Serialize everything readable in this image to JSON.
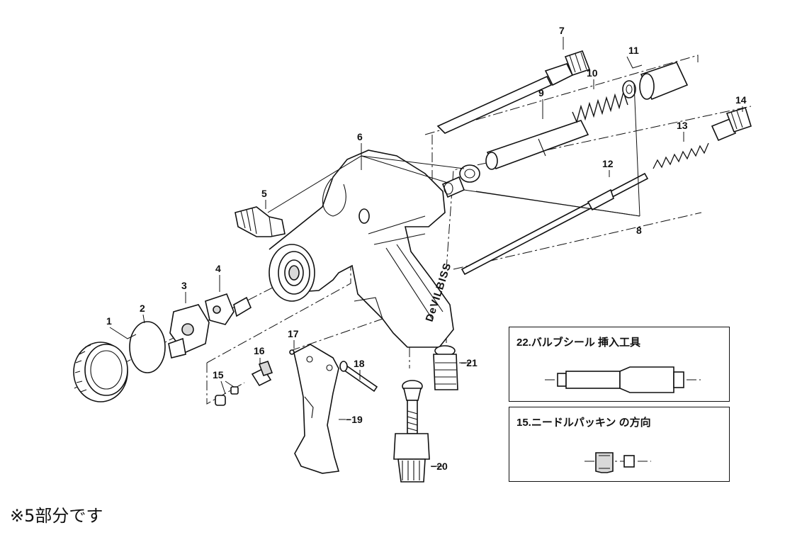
{
  "part_labels": [
    "1",
    "2",
    "3",
    "4",
    "5",
    "6",
    "7",
    "8",
    "9",
    "10",
    "11",
    "12",
    "13",
    "14",
    "15",
    "16",
    "17",
    "18",
    "19",
    "20",
    "21"
  ],
  "gun_brand": "DeVILBISS",
  "insets": [
    {
      "title": "22.バルブシール 挿入工具"
    },
    {
      "title": "15.ニードルパッキン の方向"
    }
  ],
  "note": "※5部分です"
}
